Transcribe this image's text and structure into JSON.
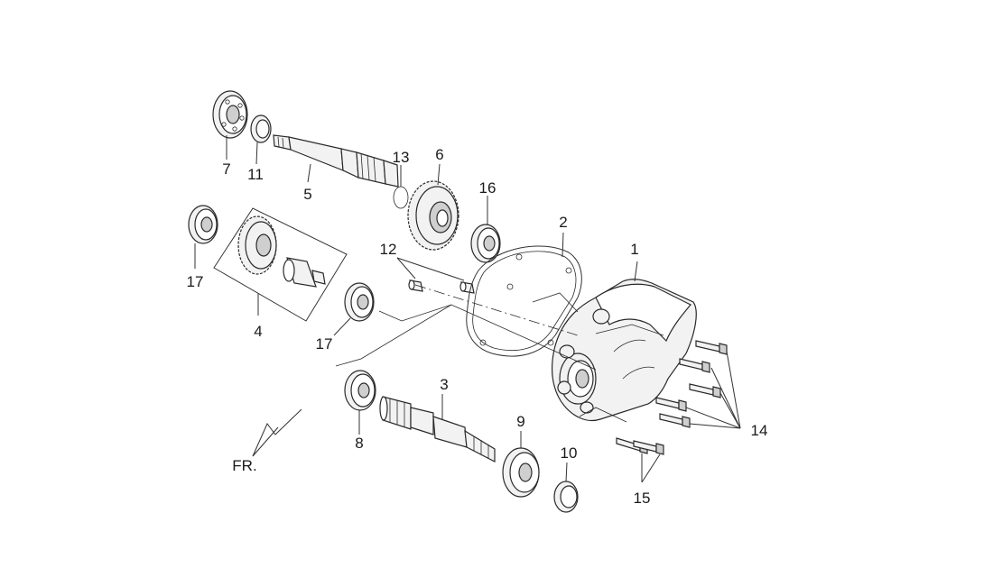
{
  "callouts": {
    "c1": "1",
    "c2": "2",
    "c3": "3",
    "c4": "4",
    "c5": "5",
    "c6": "6",
    "c7": "7",
    "c8": "8",
    "c9": "9",
    "c10": "10",
    "c11": "11",
    "c12": "12",
    "c13": "13",
    "c14": "14",
    "c15": "15",
    "c16": "16",
    "c17a": "17",
    "c17b": "17"
  },
  "direction_marker": "FR."
}
